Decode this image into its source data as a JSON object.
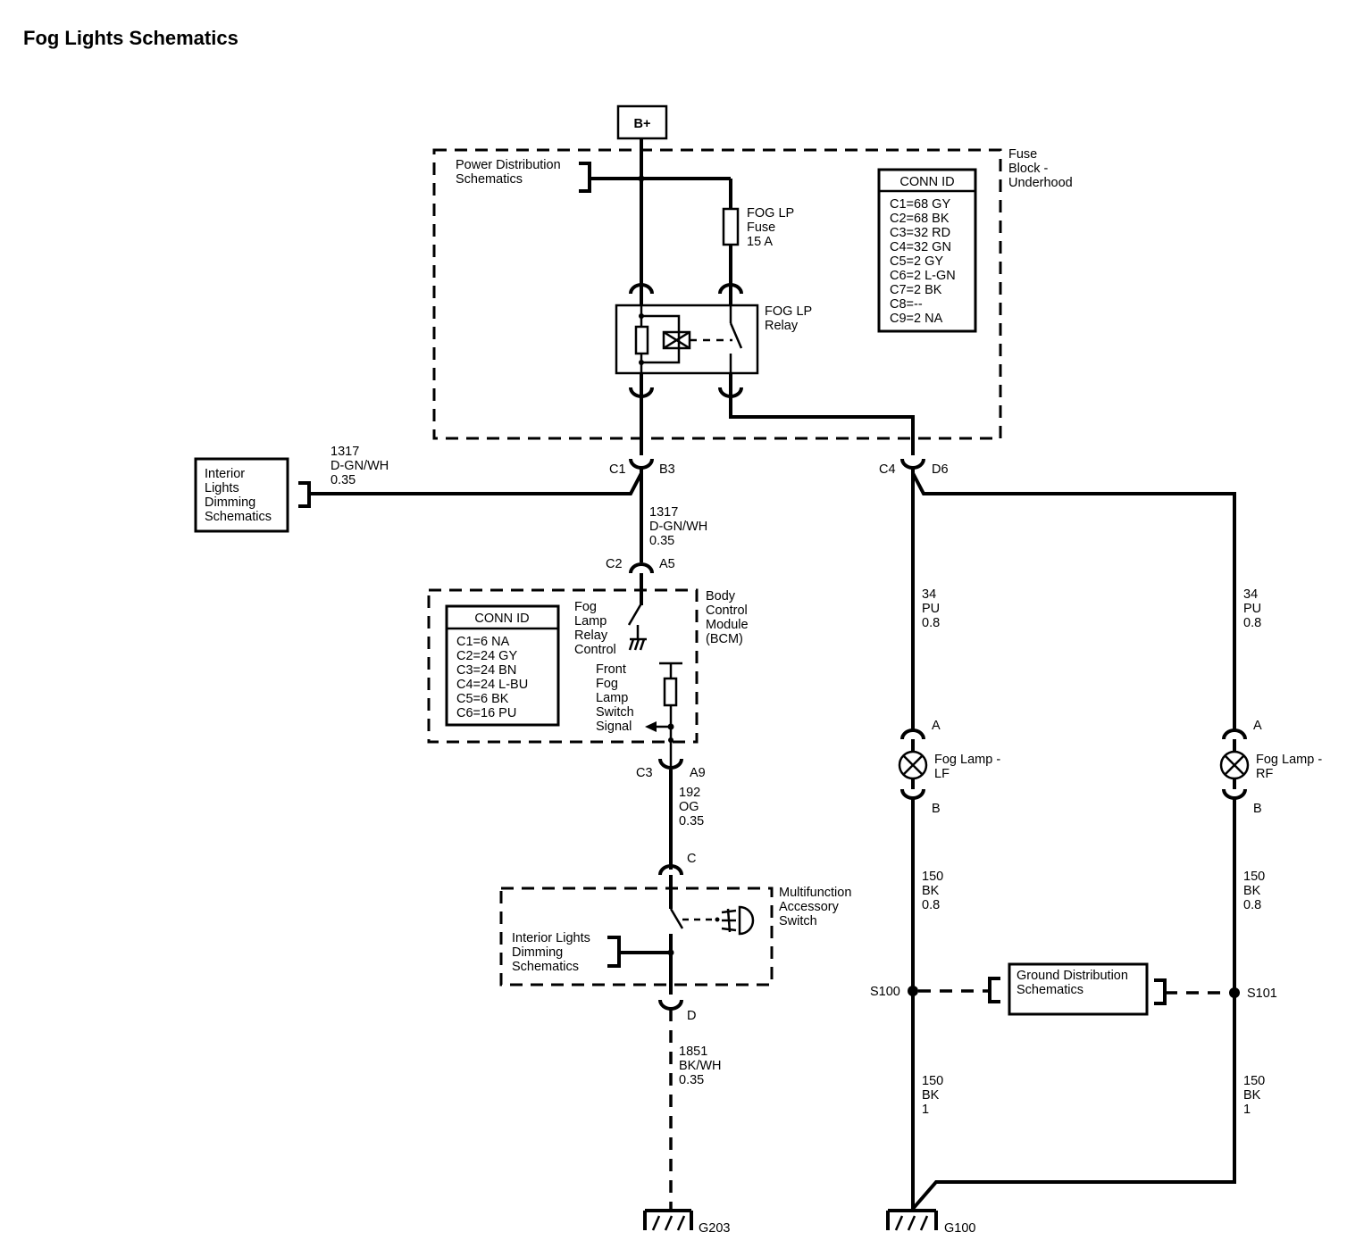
{
  "title": "Fog Lights Schematics",
  "power_source": "B+",
  "fuse_block": {
    "name": [
      "Fuse",
      "Block -",
      "Underhood"
    ],
    "ref": [
      "Power Distribution",
      "Schematics"
    ],
    "fuse": [
      "FOG LP",
      "Fuse",
      "15 A"
    ],
    "relay": [
      "FOG LP",
      "Relay"
    ],
    "conn_title": "CONN ID",
    "conn": [
      "C1=68 GY",
      "C2=68 BK",
      "C3=32 RD",
      "C4=32 GN",
      "C5=2 GY",
      "C6=2 L-GN",
      "C7=2 BK",
      "C8=--",
      "C9=2 NA"
    ]
  },
  "bcm": {
    "name": [
      "Body",
      "Control",
      "Module",
      "(BCM)"
    ],
    "conn_title": "CONN ID",
    "conn": [
      "C1=6 NA",
      "C2=24 GY",
      "C3=24 BN",
      "C4=24 L-BU",
      "C5=6 BK",
      "C6=16 PU"
    ],
    "relay_control": [
      "Fog",
      "Lamp",
      "Relay",
      "Control"
    ],
    "switch_signal": [
      "Front",
      "Fog",
      "Lamp",
      "Switch",
      "Signal"
    ]
  },
  "interior_dimming_ref": [
    "Interior",
    "Lights",
    "Dimming",
    "Schematics"
  ],
  "maf_switch": {
    "name": [
      "Multifunction",
      "Accessory",
      "Switch"
    ],
    "ref": [
      "Interior Lights",
      "Dimming",
      "Schematics"
    ]
  },
  "ground_ref": [
    "Ground Distribution",
    "Schematics"
  ],
  "wires": {
    "w1317_left": [
      "1317",
      "D-GN/WH",
      "0.35"
    ],
    "w1317_down": [
      "1317",
      "D-GN/WH",
      "0.35"
    ],
    "w192": [
      "192",
      "OG",
      "0.35"
    ],
    "w1851": [
      "1851",
      "BK/WH",
      "0.35"
    ],
    "w34_lf": [
      "34",
      "PU",
      "0.8"
    ],
    "w34_rf": [
      "34",
      "PU",
      "0.8"
    ],
    "w150_lf_upper": [
      "150",
      "BK",
      "0.8"
    ],
    "w150_rf_upper": [
      "150",
      "BK",
      "0.8"
    ],
    "w150_lf_lower": [
      "150",
      "BK",
      "1"
    ],
    "w150_rf_lower": [
      "150",
      "BK",
      "1"
    ]
  },
  "connectors": {
    "c1": "C1",
    "b3": "B3",
    "c4": "C4",
    "d6": "D6",
    "c2": "C2",
    "a5": "A5",
    "c3": "C3",
    "a9": "A9",
    "c": "C",
    "d": "D",
    "lf_a": "A",
    "lf_b": "B",
    "rf_a": "A",
    "rf_b": "B"
  },
  "lamps": {
    "lf": [
      "Fog Lamp -",
      "LF"
    ],
    "rf": [
      "Fog Lamp -",
      "RF"
    ]
  },
  "splices": {
    "s100": "S100",
    "s101": "S101"
  },
  "grounds": {
    "g203": "G203",
    "g100": "G100"
  }
}
